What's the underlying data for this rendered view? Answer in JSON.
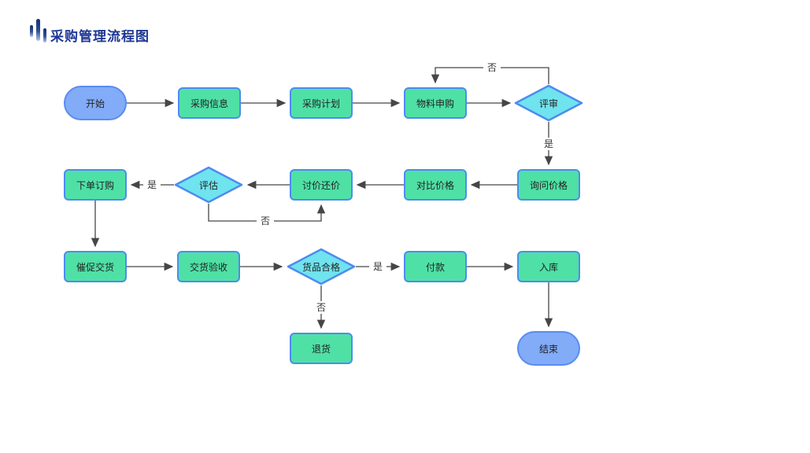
{
  "header": {
    "title": "采购管理流程图",
    "logo_icon": "bar-chart-logo"
  },
  "colors": {
    "title": "#1e3796",
    "process-fill": "#4fe0a6",
    "process-border": "#4d8bf0",
    "terminal-fill": "#82abf8",
    "terminal-border": "#5a8cf0",
    "decision-fill": "#6fe3ee",
    "decision-border": "#4d8bf0",
    "connector": "#464646"
  },
  "nodes": [
    {
      "id": "start",
      "type": "terminal",
      "label": "开始"
    },
    {
      "id": "purchase-info",
      "type": "process",
      "label": "采购信息"
    },
    {
      "id": "purchase-plan",
      "type": "process",
      "label": "采购计划"
    },
    {
      "id": "material-request",
      "type": "process",
      "label": "物料申购"
    },
    {
      "id": "review",
      "type": "decision",
      "label": "评审"
    },
    {
      "id": "inquire-price",
      "type": "process",
      "label": "询问价格"
    },
    {
      "id": "compare-price",
      "type": "process",
      "label": "对比价格"
    },
    {
      "id": "bargain",
      "type": "process",
      "label": "讨价还价"
    },
    {
      "id": "evaluate",
      "type": "decision",
      "label": "评估"
    },
    {
      "id": "place-order",
      "type": "process",
      "label": "下单订购"
    },
    {
      "id": "urge-delivery",
      "type": "process",
      "label": "催促交货"
    },
    {
      "id": "delivery-inspection",
      "type": "process",
      "label": "交货验收"
    },
    {
      "id": "goods-qualified",
      "type": "decision",
      "label": "货品合格"
    },
    {
      "id": "payment",
      "type": "process",
      "label": "付款"
    },
    {
      "id": "warehouse-in",
      "type": "process",
      "label": "入库"
    },
    {
      "id": "return-goods",
      "type": "process",
      "label": "退货"
    },
    {
      "id": "end",
      "type": "terminal",
      "label": "结束"
    }
  ],
  "edges": [
    {
      "from": "start",
      "to": "purchase-info",
      "label": ""
    },
    {
      "from": "purchase-info",
      "to": "purchase-plan",
      "label": ""
    },
    {
      "from": "purchase-plan",
      "to": "material-request",
      "label": ""
    },
    {
      "from": "material-request",
      "to": "review",
      "label": ""
    },
    {
      "from": "review",
      "to": "material-request",
      "label": "否"
    },
    {
      "from": "review",
      "to": "inquire-price",
      "label": "是"
    },
    {
      "from": "inquire-price",
      "to": "compare-price",
      "label": ""
    },
    {
      "from": "compare-price",
      "to": "bargain",
      "label": ""
    },
    {
      "from": "bargain",
      "to": "evaluate",
      "label": ""
    },
    {
      "from": "evaluate",
      "to": "place-order",
      "label": "是"
    },
    {
      "from": "evaluate",
      "to": "bargain",
      "label": "否"
    },
    {
      "from": "place-order",
      "to": "urge-delivery",
      "label": ""
    },
    {
      "from": "urge-delivery",
      "to": "delivery-inspection",
      "label": ""
    },
    {
      "from": "delivery-inspection",
      "to": "goods-qualified",
      "label": ""
    },
    {
      "from": "goods-qualified",
      "to": "payment",
      "label": "是"
    },
    {
      "from": "payment",
      "to": "warehouse-in",
      "label": ""
    },
    {
      "from": "goods-qualified",
      "to": "return-goods",
      "label": "否"
    },
    {
      "from": "warehouse-in",
      "to": "end",
      "label": ""
    }
  ]
}
